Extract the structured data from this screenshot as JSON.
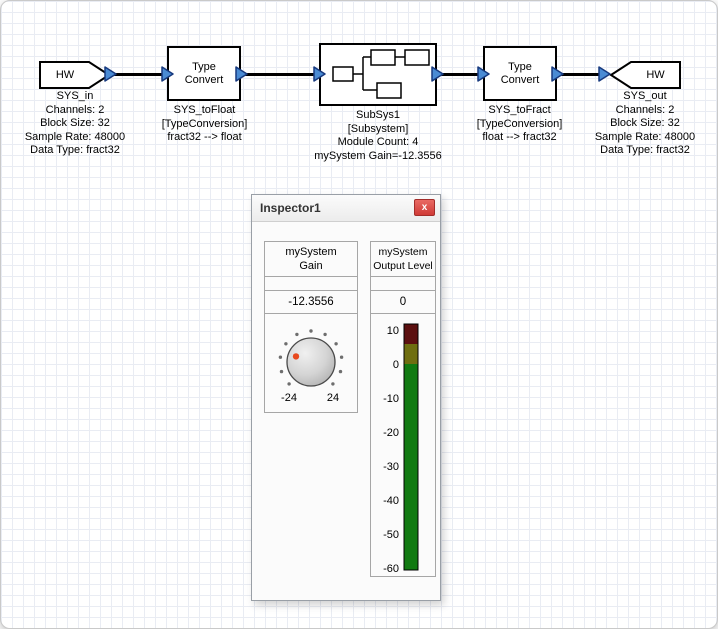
{
  "diagram": {
    "blocks": {
      "hw_in": {
        "label": "HW",
        "lines": [
          "SYS_in",
          "Channels: 2",
          "Block Size: 32",
          "Sample Rate: 48000",
          "Data Type: fract32"
        ]
      },
      "type_convert_1": {
        "label_line1": "Type",
        "label_line2": "Convert",
        "lines": [
          "SYS_toFloat",
          "[TypeConversion]",
          "fract32 --> float"
        ]
      },
      "subsys": {
        "lines": [
          "SubSys1",
          "[Subsystem]",
          "Module Count: 4",
          "mySystem Gain=-12.3556"
        ]
      },
      "type_convert_2": {
        "label_line1": "Type",
        "label_line2": "Convert",
        "lines": [
          "SYS_toFract",
          "[TypeConversion]",
          "float --> fract32"
        ]
      },
      "hw_out": {
        "label": "HW",
        "lines": [
          "SYS_out",
          "Channels: 2",
          "Block Size: 32",
          "Sample Rate: 48000",
          "Data Type: fract32"
        ]
      }
    }
  },
  "inspector": {
    "title": "Inspector1",
    "close_glyph": "x",
    "gain": {
      "title_line1": "mySystem",
      "title_line2": "Gain",
      "value": "-12.3556",
      "min_label": "-24",
      "max_label": "24"
    },
    "meter": {
      "title_line1": "mySystem",
      "title_line2": "Output Level",
      "value": "0",
      "ticks": [
        "10",
        "0",
        "-10",
        "-20",
        "-30",
        "-40",
        "-50",
        "-60"
      ]
    }
  },
  "colors": {
    "pin_blue": "#4a8bd4",
    "meter_red": "#5c1010",
    "meter_yellow": "#6f6e10",
    "meter_green": "#117a11",
    "knob_indicator": "#e8491e",
    "close_button_red": "#cf3a36"
  }
}
